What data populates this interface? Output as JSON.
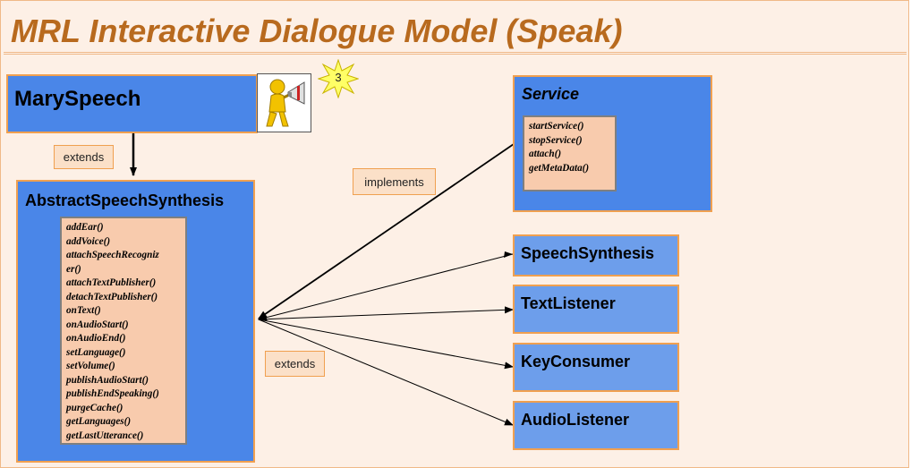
{
  "title": "MRL Interactive Dialogue Model (Speak)",
  "badge": {
    "number": "3"
  },
  "icons": {
    "speaker": "megaphone-speaker-icon",
    "badge": "star-badge-icon"
  },
  "colors": {
    "title": "#b86a1e",
    "box_dark": "#4a86e8",
    "box_light": "#6d9eeb",
    "methods_bg": "#f8cbad",
    "border": "#f0a050"
  },
  "mary_speech": {
    "label": "MarySpeech"
  },
  "abstract_speech_synthesis": {
    "label": "AbstractSpeechSynthesis",
    "methods": [
      "addEar()",
      "addVoice()",
      "attachSpeechRecogniz",
      "er()",
      "attachTextPublisher()",
      "detachTextPublisher()",
      "onText()",
      "onAudioStart()",
      "onAudioEnd()",
      "setLanguage()",
      "setVolume()",
      "publishAudioStart()",
      "publishEndSpeaking()",
      "purgeCache()",
      "getLanguages()",
      "getLastUtterance()"
    ]
  },
  "service": {
    "label": "Service",
    "methods": [
      "startService()",
      "stopService()",
      "attach()",
      "getMetaData()"
    ]
  },
  "interfaces": [
    {
      "label": "SpeechSynthesis"
    },
    {
      "label": "TextListener"
    },
    {
      "label": "KeyConsumer"
    },
    {
      "label": "AudioListener"
    }
  ],
  "relations": {
    "extends_top": "extends",
    "implements": "implements",
    "extends_bottom": "extends"
  }
}
